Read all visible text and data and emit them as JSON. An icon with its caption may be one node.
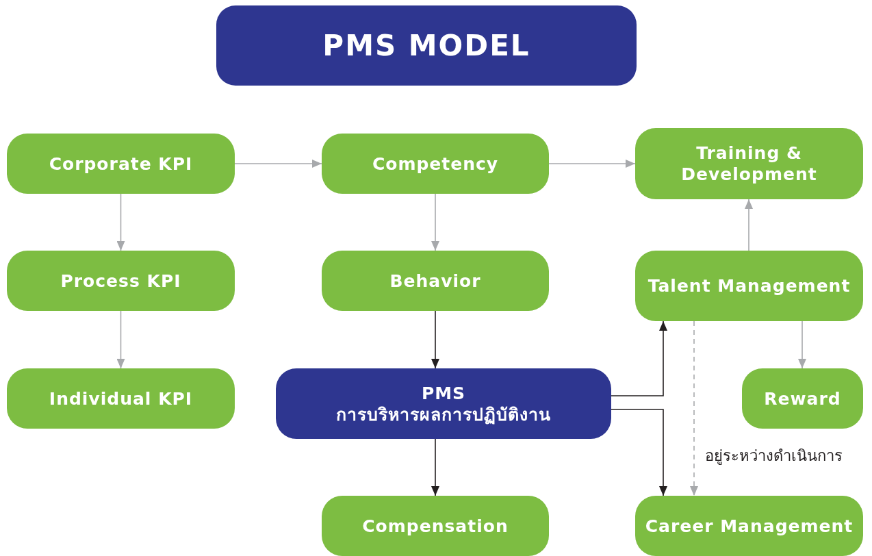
{
  "diagram": {
    "title": "PMS MODEL",
    "nodes": [
      {
        "text": [
          "Corporate KPI"
        ]
      },
      {
        "text": [
          "Competency"
        ]
      },
      {
        "text": [
          "Training & Development"
        ]
      },
      {
        "text": [
          "Process KPI"
        ]
      },
      {
        "text": [
          "Behavior"
        ]
      },
      {
        "text": [
          "Talent Management"
        ]
      },
      {
        "text": [
          "Individual KPI"
        ]
      },
      {
        "text": [
          "PMS",
          "การบริหารผลการปฏิบัติงาน"
        ]
      },
      {
        "text": [
          "Reward"
        ]
      },
      {
        "text": [
          "Compensation"
        ]
      },
      {
        "text": [
          "Career Management"
        ]
      }
    ],
    "edges": [
      {
        "from": 0,
        "to": 1,
        "arrow": "to"
      },
      {
        "from": 1,
        "to": 2,
        "arrow": "to"
      },
      {
        "from": 0,
        "to": 3,
        "arrow": "to"
      },
      {
        "from": 3,
        "to": 6,
        "arrow": "to"
      },
      {
        "from": 1,
        "to": 4,
        "arrow": "to"
      },
      {
        "from": 4,
        "to": 7,
        "arrow": "to",
        "color": "#231f20"
      },
      {
        "from": 7,
        "to": 9,
        "arrow": "to",
        "color": "#231f20"
      },
      {
        "from": 5,
        "to": 2,
        "arrow": "to"
      },
      {
        "from": 5,
        "to": 8,
        "arrow": "to"
      },
      {
        "from": 7,
        "to": 5,
        "arrow": "to",
        "color": "#231f20"
      },
      {
        "from": 7,
        "to": 10,
        "arrow": "to",
        "color": "#231f20"
      },
      {
        "from": 5,
        "to": 10,
        "arrow": "to",
        "style": "dashed",
        "label": "อยู่ระหว่างดำเนินการ"
      }
    ]
  }
}
